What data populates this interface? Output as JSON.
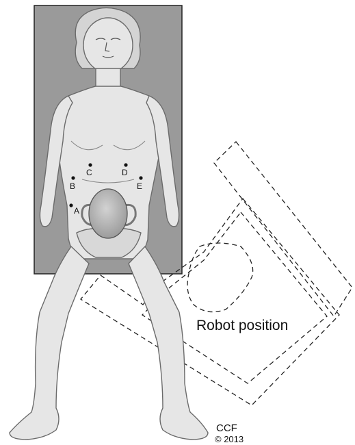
{
  "port_labels": {
    "a": "A",
    "b": "B",
    "c": "C",
    "d": "D",
    "e": "E"
  },
  "robot_label": "Robot position",
  "credit": {
    "org": "CCF",
    "copyright": "© 2013"
  },
  "colors": {
    "table": "#9a9a9a",
    "skin": "#e6e6e6",
    "outline": "#6b6b6b",
    "uterus": "#b4b4b4",
    "dashed": "#222222"
  }
}
